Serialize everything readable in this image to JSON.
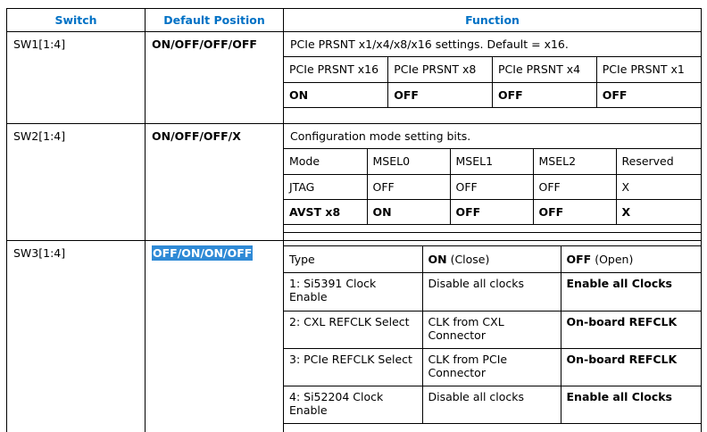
{
  "headers": {
    "switch": "Switch",
    "default": "Default Position",
    "function": "Function"
  },
  "sw1": {
    "name": "SW1[1:4]",
    "default": "ON/OFF/OFF/OFF",
    "desc": "PCIe PRSNT x1/x4/x8/x16 settings. Default = x16.",
    "cols": [
      "PCIe PRSNT x16",
      "PCIe PRSNT x8",
      "PCIe PRSNT x4",
      "PCIe PRSNT x1"
    ],
    "vals": [
      "ON",
      "OFF",
      "OFF",
      "OFF"
    ]
  },
  "sw2": {
    "name": "SW2[1:4]",
    "default": "ON/OFF/OFF/X",
    "desc": "Configuration mode setting bits.",
    "cols": [
      "Mode",
      "MSEL0",
      "MSEL1",
      "MSEL2",
      "Reserved"
    ],
    "row1": [
      "JTAG",
      "OFF",
      "OFF",
      "OFF",
      "X"
    ],
    "row2": [
      "AVST x8",
      "ON",
      "OFF",
      "OFF",
      "X"
    ]
  },
  "sw3": {
    "name": "SW3[1:4]",
    "default": "OFF/ON/ON/OFF",
    "head": {
      "type": "Type",
      "on_b": "ON",
      "on_r": " (Close)",
      "off_b": "OFF",
      "off_r": " (Open)"
    },
    "rows": [
      {
        "type": "1: Si5391 Clock Enable",
        "on": "Disable all clocks",
        "off": "Enable all Clocks"
      },
      {
        "type": "2: CXL REFCLK Select",
        "on": "CLK from CXL Connector",
        "off": "On-board REFCLK"
      },
      {
        "type": "3: PCIe REFCLK Select",
        "on": "CLK from PCIe Connector",
        "off": "On-board REFCLK"
      },
      {
        "type": "4: Si52204 Clock Enable",
        "on": "Disable all clocks",
        "off": "Enable all Clocks"
      }
    ]
  }
}
